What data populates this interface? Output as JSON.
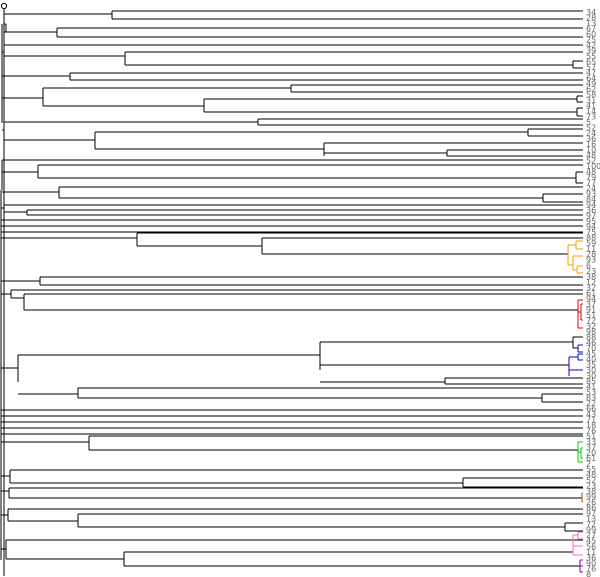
{
  "leaf_labels": [
    "34",
    "28",
    "13",
    "67",
    "60",
    "25",
    "42",
    "39",
    "55",
    "65",
    "57",
    "47",
    "64",
    "49",
    "62",
    "58",
    "31",
    "41",
    "14",
    "73",
    "5",
    "52",
    "24",
    "36",
    "16",
    "10",
    "48",
    "52",
    "100",
    "48",
    "79",
    "77",
    "24",
    "93",
    "84",
    "94",
    "36",
    "97",
    "95",
    "94",
    "75",
    "88",
    "59",
    "11",
    "28",
    "93",
    "6",
    "23",
    "38",
    "12",
    "32",
    "61",
    "94",
    "37",
    "91",
    "51",
    "72",
    "32",
    "98",
    "88",
    "46",
    "70",
    "45",
    "40",
    "35",
    "30",
    "30",
    "85",
    "41",
    "53",
    "83",
    "22",
    "66",
    "43",
    "71",
    "18",
    "76",
    "51",
    "33",
    "37",
    "20",
    "61",
    "2",
    "55",
    "48",
    "52",
    "23",
    "38",
    "99",
    "26",
    "86",
    "97",
    "13",
    "72",
    "99",
    "27",
    "45",
    "56",
    "11",
    "36",
    "90",
    "76",
    "8"
  ],
  "colors": {
    "line": "#000000",
    "label": "#666666",
    "background": "#ffffff",
    "highlight_orange": "#f0a000",
    "highlight_red": "#e00000",
    "highlight_blue": "#0000dd",
    "highlight_green": "#00cc00",
    "highlight_brown": "#a05000",
    "highlight_pink": "#ff66cc",
    "highlight_purple": "#8800aa"
  }
}
